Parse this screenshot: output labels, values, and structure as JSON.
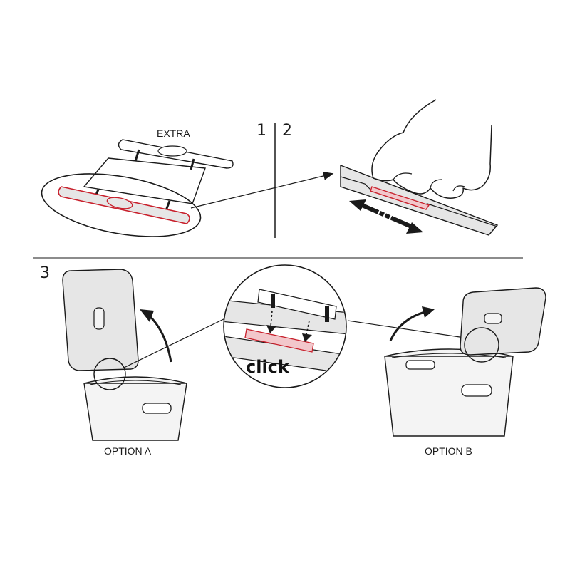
{
  "labels": {
    "extra": "EXTRA",
    "step1": "1",
    "step2": "2",
    "step3": "3",
    "click": "click",
    "option_a": "OPTION A",
    "option_b": "OPTION B"
  },
  "colors": {
    "line": "#1a1a1a",
    "accent": "#c8202c",
    "part_fill": "#e6e6e6",
    "bin_fill": "#f4f4f4"
  }
}
